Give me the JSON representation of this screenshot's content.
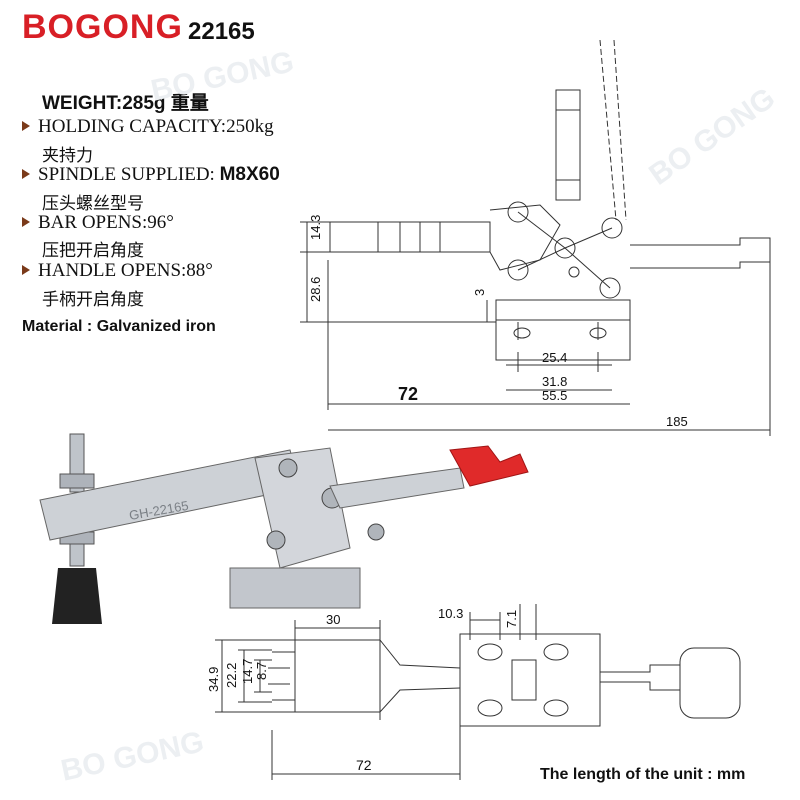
{
  "header": {
    "brand": "BOGONG",
    "model": "22165"
  },
  "specs": {
    "weight": "WEIGHT:285g 重量",
    "holding_capacity": "HOLDING CAPACITY:250kg",
    "holding_capacity_cn": "夹持力",
    "spindle_label": "SPINDLE SUPPLIED: ",
    "spindle_value": "M8X60",
    "spindle_cn": "压头螺丝型号",
    "bar_opens": "BAR OPENS:96°",
    "bar_opens_cn": "压把开启角度",
    "handle_opens": "HANDLE OPENS:88°",
    "handle_opens_cn": "手柄开启角度",
    "material": "Material :  Galvanized iron"
  },
  "dimensions": {
    "side": {
      "d143": "14.3",
      "d286": "28.6",
      "d3": "3",
      "d254": "25.4",
      "d318": "31.8",
      "d555": "55.5",
      "d72": "72",
      "d185": "185"
    },
    "top": {
      "d30": "30",
      "d103": "10.3",
      "d71": "7.1",
      "d349": "34.9",
      "d222": "22.2",
      "d147": "14.7",
      "d87": "8.7",
      "d72": "72"
    }
  },
  "watermark": "BO GONG",
  "product_stamp": "GH-22165",
  "footer": {
    "unit_note": "The length of the unit  : mm"
  },
  "colors": {
    "brand_red": "#d81f26",
    "handle_red": "#e02a2a",
    "metal": "#c8ccd2",
    "line": "#333333"
  }
}
